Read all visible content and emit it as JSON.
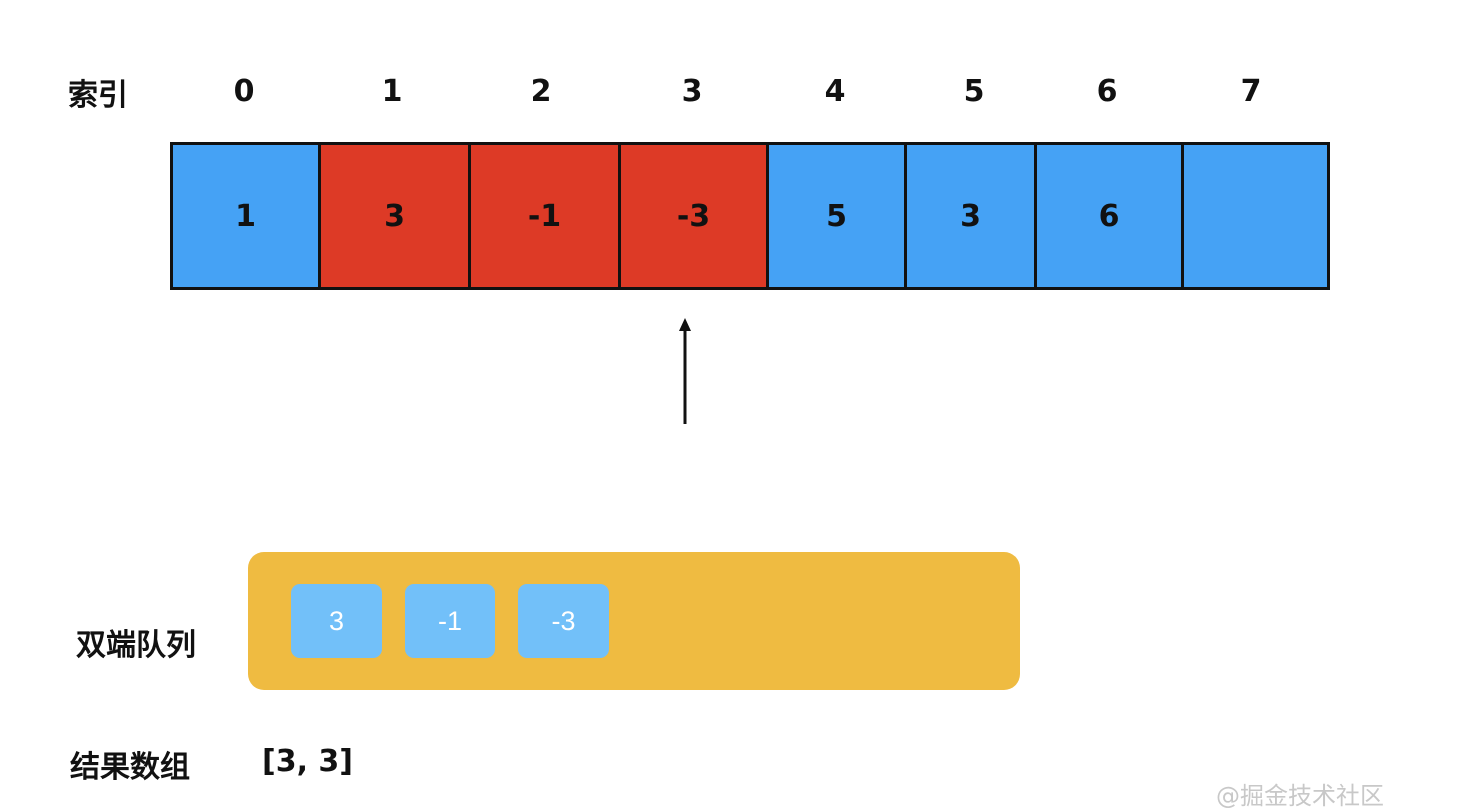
{
  "index_label": "索引",
  "indices": [
    "0",
    "1",
    "2",
    "3",
    "4",
    "5",
    "6",
    "7"
  ],
  "array": [
    {
      "value": "1",
      "state": "normal"
    },
    {
      "value": "3",
      "state": "window"
    },
    {
      "value": "-1",
      "state": "window"
    },
    {
      "value": "-3",
      "state": "window"
    },
    {
      "value": "5",
      "state": "normal"
    },
    {
      "value": "3",
      "state": "normal"
    },
    {
      "value": "6",
      "state": "normal"
    },
    {
      "value": "",
      "state": "normal"
    }
  ],
  "pointer_index": 3,
  "deque_label": "双端队列",
  "deque": [
    "3",
    "-1",
    "-3"
  ],
  "result_label": "结果数组",
  "result_value": "[3, 3]",
  "watermark": "@掘金技术社区",
  "colors": {
    "normal_cell": "#45a2f5",
    "window_cell": "#dd3a26",
    "deque_background": "#efbb41",
    "deque_item": "#72c0f9",
    "border": "#111111"
  }
}
